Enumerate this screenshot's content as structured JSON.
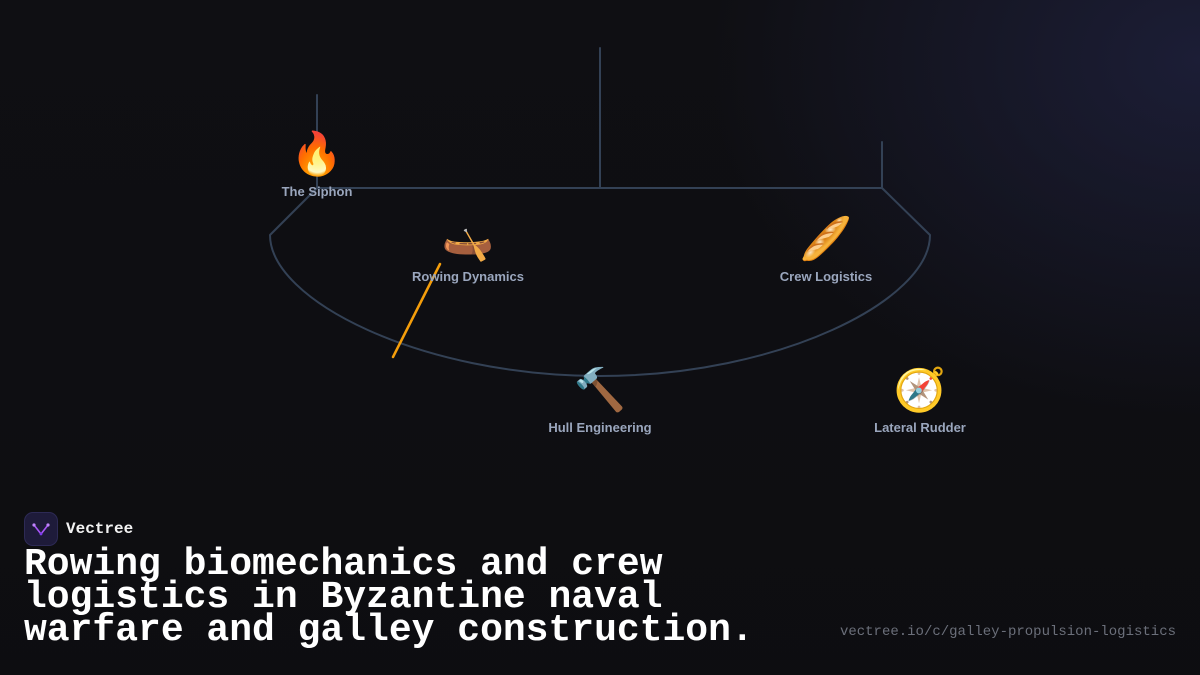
{
  "brand": {
    "name": "Vectree",
    "logo_icon": "vectree-logo-icon"
  },
  "headline": "Rowing biomechanics and crew logistics in Byzantine naval warfare and galley construction.",
  "url": "vectree.io/c/galley-propulsion-logistics",
  "colors": {
    "background": "#0f0f13",
    "connector": "#334155",
    "highlight": "#f59e0b",
    "label": "#9aa6bd"
  },
  "nodes": [
    {
      "label": "The Siphon",
      "icon": "fire-icon",
      "emoji": "🔥"
    },
    {
      "label": "Rowing Dynamics",
      "icon": "canoe-icon",
      "emoji": "🛶"
    },
    {
      "label": "Crew Logistics",
      "icon": "bread-icon",
      "emoji": "🥖"
    },
    {
      "label": "Hull Engineering",
      "icon": "hammer-icon",
      "emoji": "🔨"
    },
    {
      "label": "Lateral Rudder",
      "icon": "compass-icon",
      "emoji": "🧭"
    }
  ]
}
